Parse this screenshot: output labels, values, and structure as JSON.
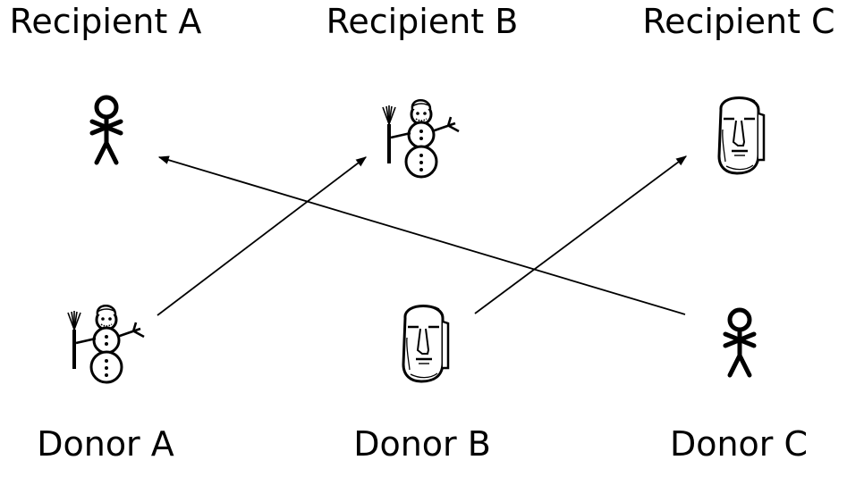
{
  "labels": {
    "recipient_a": "Recipient A",
    "recipient_b": "Recipient B",
    "recipient_c": "Recipient C",
    "donor_a": "Donor A",
    "donor_b": "Donor B",
    "donor_c": "Donor C"
  },
  "icons": {
    "recipient_a": "stick-figure-icon",
    "recipient_b": "snowman-icon",
    "recipient_c": "moai-head-icon",
    "donor_a": "snowman-icon",
    "donor_b": "moai-head-icon",
    "donor_c": "stick-figure-icon"
  },
  "colors": {
    "ink": "#000000",
    "background": "#ffffff"
  }
}
